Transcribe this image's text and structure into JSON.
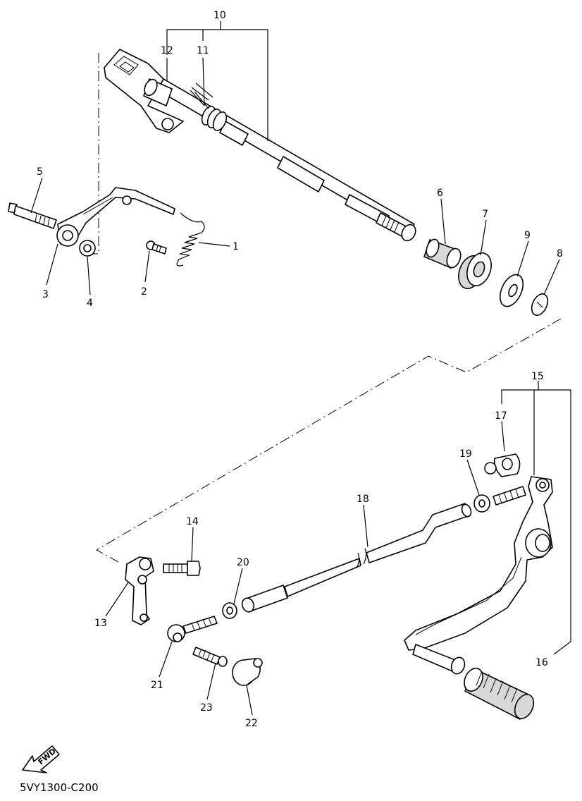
{
  "diagram": {
    "code": "5VY1300-C200",
    "fwd_label": "FWD",
    "callouts": {
      "c1": "1",
      "c2": "2",
      "c3": "3",
      "c4": "4",
      "c5": "5",
      "c6": "6",
      "c7": "7",
      "c8": "8",
      "c9": "9",
      "c10": "10",
      "c11": "11",
      "c12": "12",
      "c13": "13",
      "c14": "14",
      "c15": "15",
      "c16": "16",
      "c17": "17",
      "c18": "18",
      "c19": "19",
      "c20": "20",
      "c21": "21",
      "c22": "22",
      "c23": "23"
    }
  }
}
